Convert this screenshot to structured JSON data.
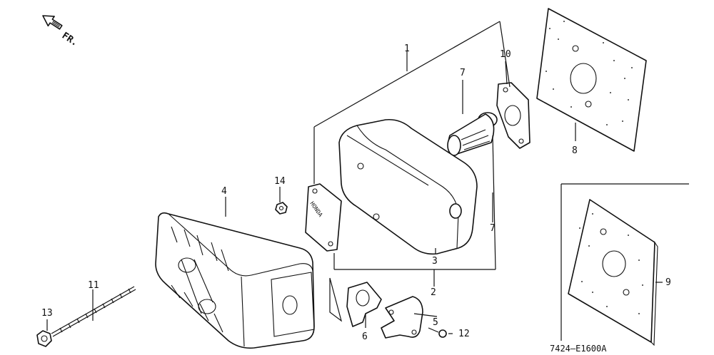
{
  "direction": {
    "text": "FR."
  },
  "callouts": {
    "c1": "1",
    "c2": "2",
    "c3": "3",
    "c4": "4",
    "c5": "5",
    "c6": "6",
    "c7a": "7",
    "c7b": "7",
    "c8": "8",
    "c9": "9",
    "c10": "10",
    "c11": "11",
    "c12": "12",
    "c13": "13",
    "c14": "14"
  },
  "protector_stamp": "HONDA",
  "diagram_code": "7424—E1600A"
}
